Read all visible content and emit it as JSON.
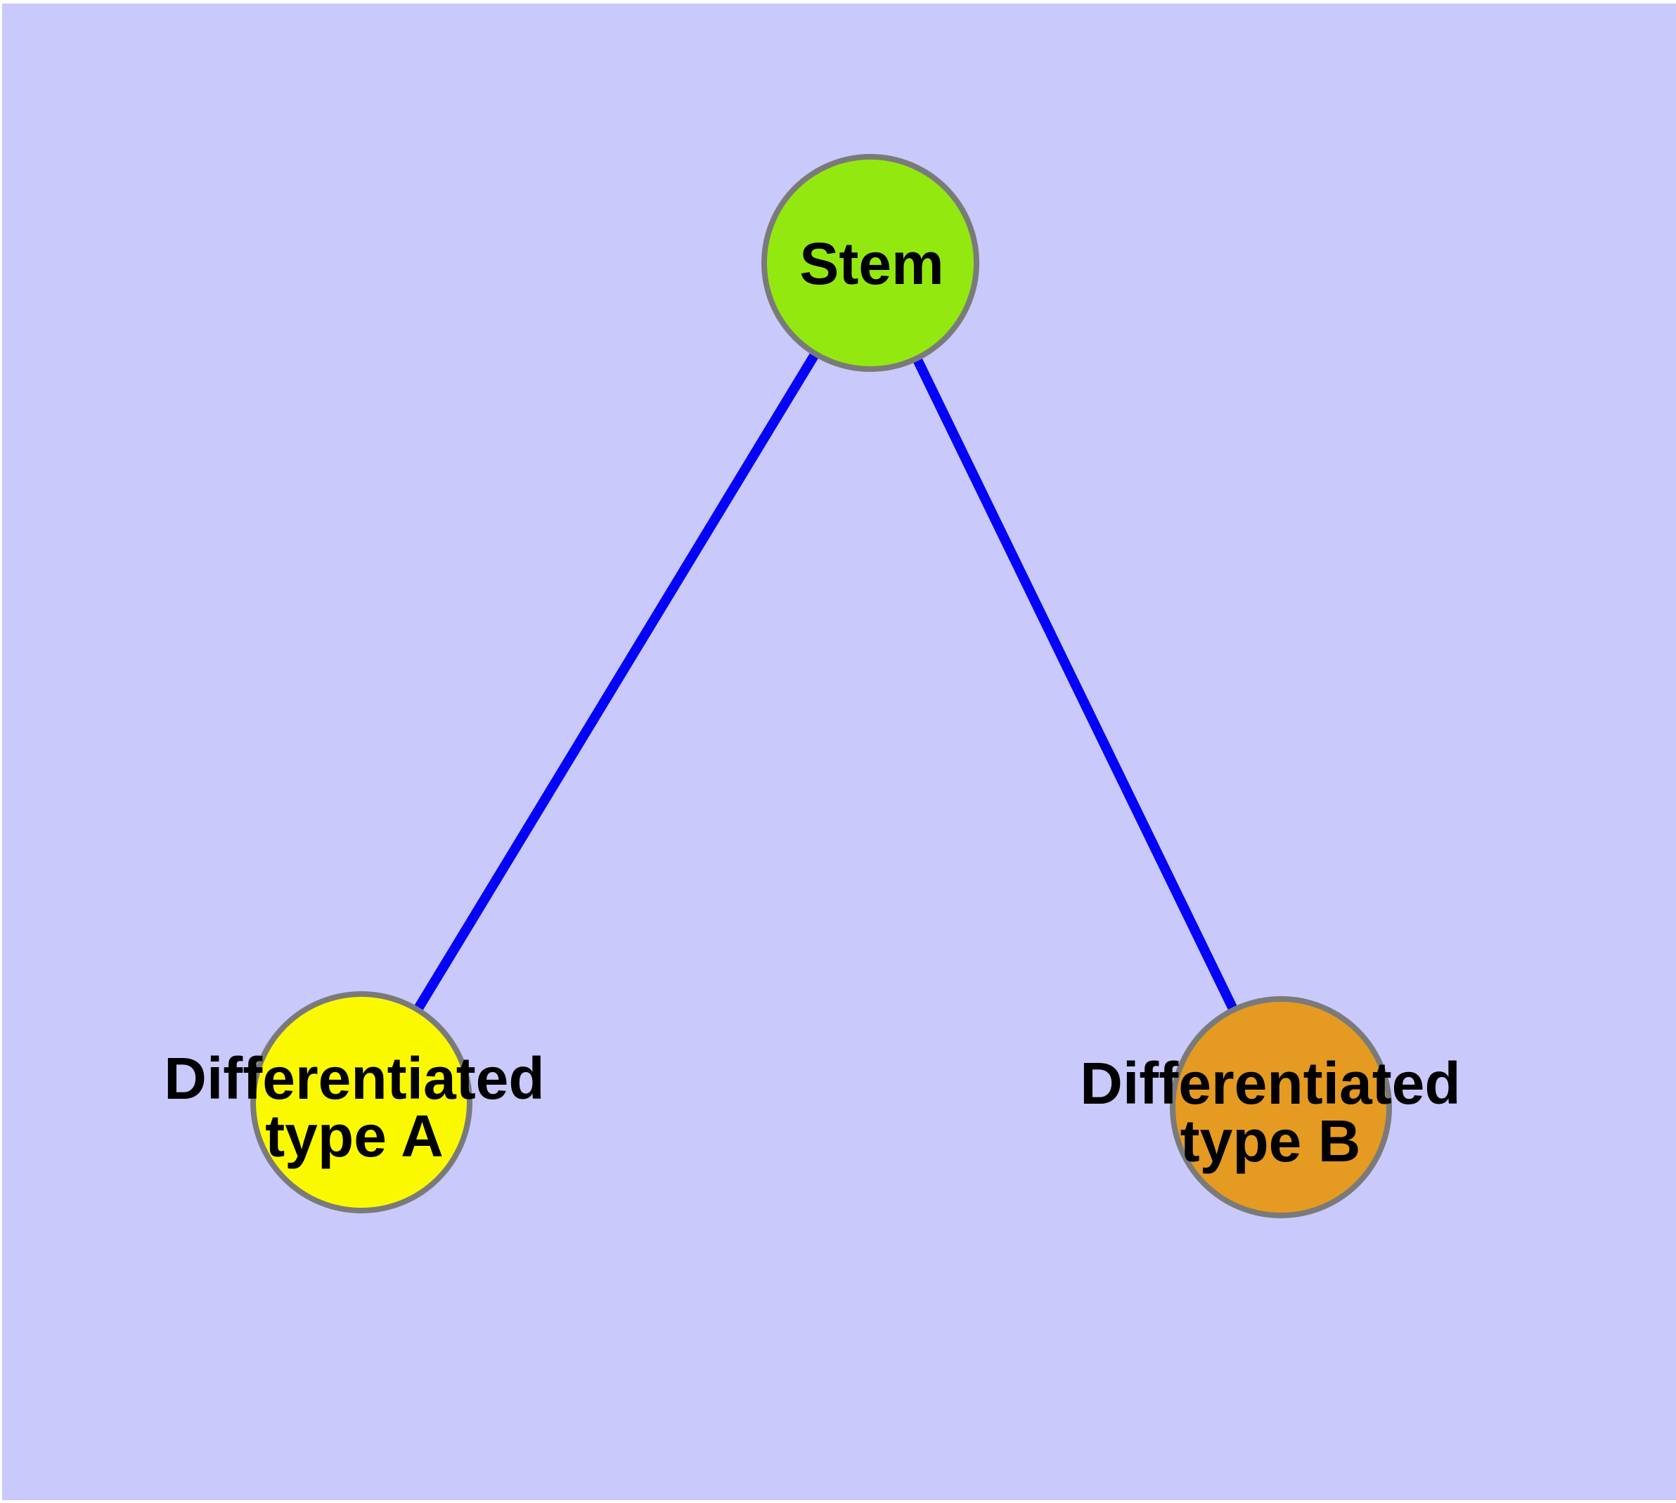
{
  "diagram": {
    "description": "Stem cell differentiation graph with one stem node connected to two differentiated cell-type nodes",
    "background": {
      "margin_color": "#ffffff",
      "canvas_color": "#c9c9fb"
    },
    "edge_color": "#0502f8",
    "node_border_color": "#7a7a7a",
    "label_color": "#000000",
    "nodes": {
      "stem": {
        "label": "Stem",
        "fill": "#93e90f"
      },
      "type_a": {
        "label_line1": "Differentiated",
        "label_line2": "type A",
        "fill": "#fbf900"
      },
      "type_b": {
        "label_line1": "Differentiated",
        "label_line2": "type B",
        "fill": "#e59a22"
      }
    },
    "edges": [
      {
        "from": "stem",
        "to": "type_a"
      },
      {
        "from": "stem",
        "to": "type_b"
      }
    ]
  }
}
